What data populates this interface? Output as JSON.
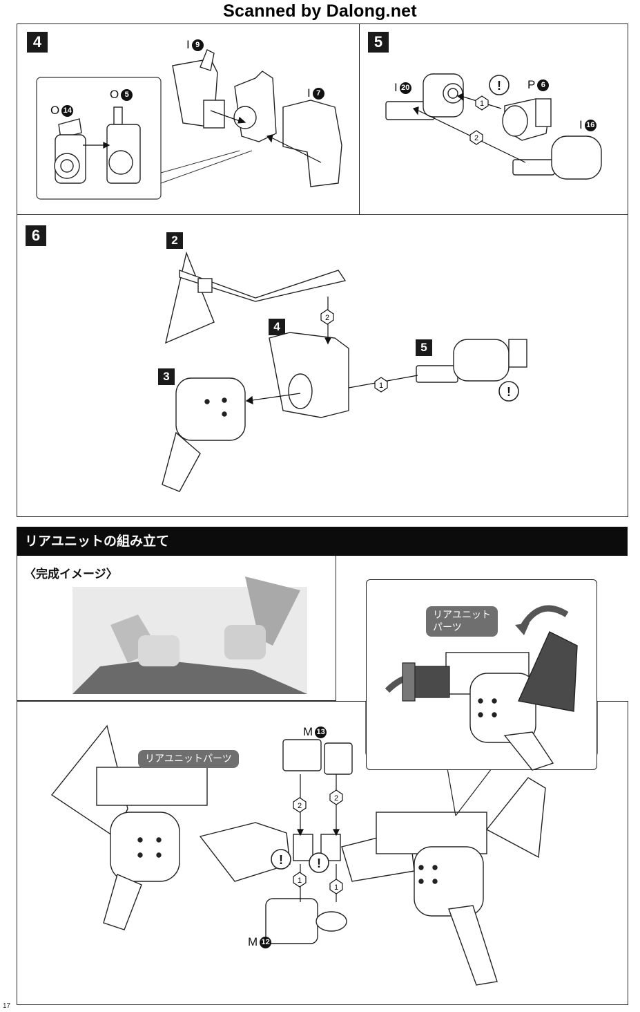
{
  "header": {
    "watermark": "Scanned by Dalong.net"
  },
  "steps": {
    "s4": {
      "number": "4",
      "labels": {
        "i9": "I",
        "i9n": "9",
        "i7": "I",
        "i7n": "7",
        "o5": "O",
        "o5n": "5",
        "o14": "O",
        "o14n": "14"
      }
    },
    "s5": {
      "number": "5",
      "labels": {
        "i20": "I",
        "i20n": "20",
        "p6": "P",
        "p6n": "6",
        "i16": "I",
        "i16n": "16",
        "ord1": "1",
        "ord2": "2",
        "warn": "!"
      }
    },
    "s6": {
      "number": "6",
      "sub2": "2",
      "sub3": "3",
      "sub4": "4",
      "sub5": "5",
      "ord1": "1",
      "ord2": "2",
      "warn": "!"
    }
  },
  "rear": {
    "title": "リアユニットの組み立て",
    "image_caption": "〈完成イメージ〉",
    "tag_top": "リアユニット\nパーツ",
    "tag_top_l1": "リアユニット",
    "tag_top_l2": "パーツ",
    "tag_main": "リアユニットパーツ",
    "m13": "M",
    "m13n": "13",
    "m12": "M",
    "m12n": "12",
    "ord2a": "2",
    "ord2b": "2",
    "ord1a": "1",
    "ord1b": "1",
    "warn": "!"
  },
  "page_number": "17",
  "colors": {
    "ink": "#111111",
    "part_gray": "#3a3a3a",
    "tag_bg": "#6f6f6f",
    "bar_bg": "#0c0c0c"
  }
}
